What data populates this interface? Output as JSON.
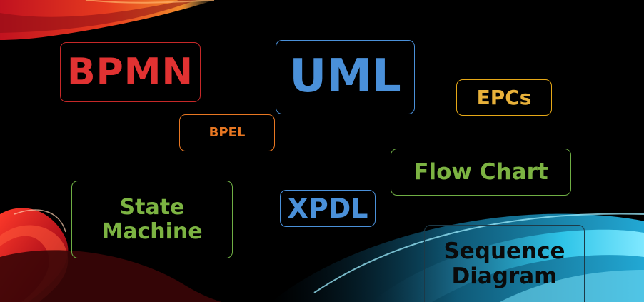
{
  "tags": {
    "bpmn": "BPMN",
    "uml": "UML",
    "epcs": "EPCs",
    "bpel": "BPEL",
    "flow_chart": "Flow Chart",
    "state_machine": "State\nMachine",
    "xpdl": "XPDL",
    "sequence_diagram": "Sequence\nDiagram"
  },
  "colors": {
    "background": "#000000",
    "bpmn": "#e13232",
    "uml": "#4a90d9",
    "epcs": "#e8b13a",
    "bpel": "#e87722",
    "green": "#7cb342",
    "sequence_text": "#0a0a0a"
  }
}
